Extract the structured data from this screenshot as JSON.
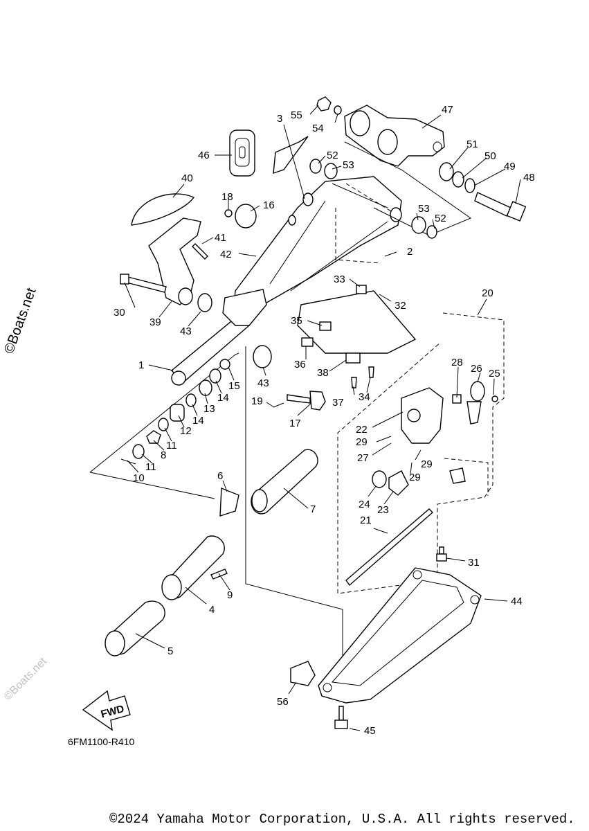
{
  "callouts": [
    "1",
    "2",
    "3",
    "4",
    "5",
    "6",
    "7",
    "8",
    "9",
    "10",
    "11",
    "11",
    "12",
    "13",
    "14",
    "14",
    "15",
    "16",
    "17",
    "18",
    "19",
    "20",
    "21",
    "22",
    "23",
    "24",
    "25",
    "26",
    "27",
    "28",
    "29",
    "29",
    "29",
    "30",
    "31",
    "32",
    "33",
    "34",
    "35",
    "36",
    "37",
    "38",
    "39",
    "40",
    "41",
    "42",
    "43",
    "43",
    "44",
    "45",
    "46",
    "47",
    "48",
    "49",
    "50",
    "51",
    "52",
    "52",
    "53",
    "53",
    "54",
    "55",
    "56"
  ],
  "diagram_code": "6FM1100-R410",
  "fwd_arrow": "FWD",
  "watermark": "©Boats.net",
  "copyright": "©2024 Yamaha Motor Corporation, U.S.A. All rights reserved."
}
